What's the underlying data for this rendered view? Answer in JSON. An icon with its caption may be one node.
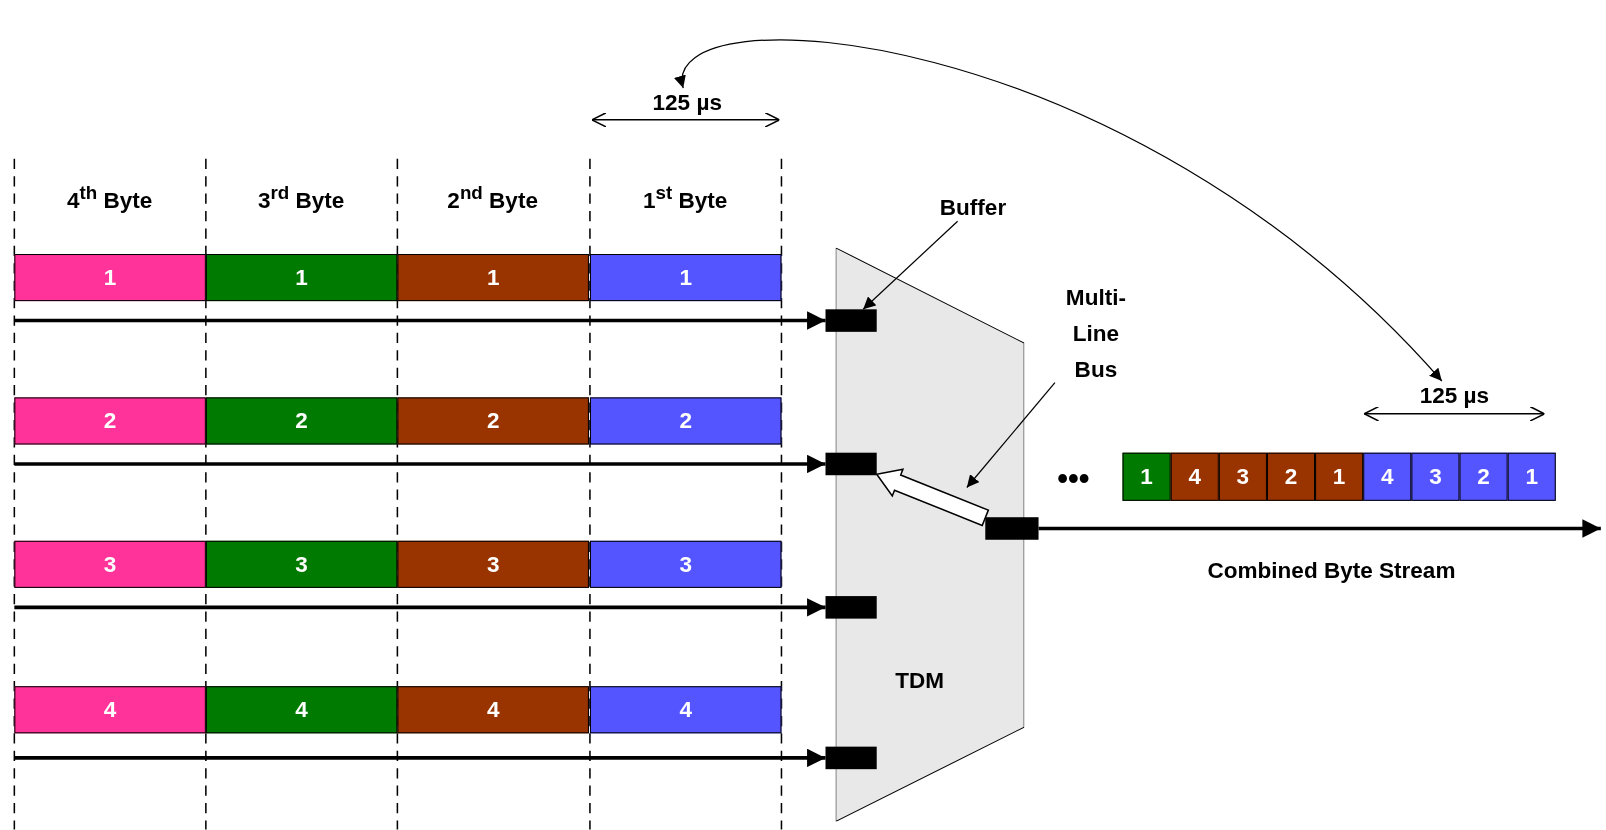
{
  "diagram": {
    "nodes": [
      {
        "text": [
          "125 µs"
        ]
      },
      {
        "text": [
          "1"
        ]
      },
      {
        "text": [
          "1"
        ]
      },
      {
        "text": [
          "1"
        ]
      },
      {
        "text": [
          "1"
        ]
      },
      {
        "text": [
          "2"
        ]
      },
      {
        "text": [
          "2"
        ]
      },
      {
        "text": [
          "2"
        ]
      },
      {
        "text": [
          "2"
        ]
      },
      {
        "text": [
          "3"
        ]
      },
      {
        "text": [
          "3"
        ]
      },
      {
        "text": [
          "3"
        ]
      },
      {
        "text": [
          "3"
        ]
      },
      {
        "text": [
          "4"
        ]
      },
      {
        "text": [
          "4"
        ]
      },
      {
        "text": [
          "4"
        ]
      },
      {
        "text": [
          "4"
        ]
      },
      {
        "text": [
          "Buffer"
        ]
      },
      {
        "text": [
          "TDM"
        ]
      },
      {
        "text": [],
        "shape": "bar"
      },
      {
        "text": [],
        "shape": "bar"
      },
      {
        "text": [],
        "shape": "bar"
      },
      {
        "text": [],
        "shape": "bar"
      },
      {
        "text": [
          "Multi-Line Bus"
        ]
      },
      {
        "text": [],
        "shape": "bar"
      },
      {
        "text": [
          "125 µs"
        ]
      },
      {
        "text": [
          "1"
        ]
      },
      {
        "text": [
          "4"
        ]
      },
      {
        "text": [
          "3"
        ]
      },
      {
        "text": [
          "2"
        ]
      },
      {
        "text": [
          "1"
        ]
      },
      {
        "text": [
          "4"
        ]
      },
      {
        "text": [
          "3"
        ]
      },
      {
        "text": [
          "2"
        ]
      },
      {
        "text": [
          "1"
        ]
      }
    ],
    "edges": [
      {
        "from": 0,
        "to": 25,
        "arrow": "both"
      },
      {
        "from": 17,
        "to": 19,
        "arrow": "to"
      },
      {
        "from": null,
        "to": 19,
        "arrow": "to"
      },
      {
        "from": null,
        "to": 20,
        "arrow": "to"
      },
      {
        "from": null,
        "to": 21,
        "arrow": "to"
      },
      {
        "from": null,
        "to": 22,
        "arrow": "to"
      },
      {
        "from": 23,
        "to": 18,
        "arrow": "to"
      },
      {
        "from": 24,
        "to": null,
        "arrow": "to"
      },
      {
        "from": 24,
        "to": 20,
        "arrow": "to"
      }
    ],
    "labels": [
      "4$^{th}$ Byte",
      "3$^{rd}$ Byte",
      "2$^{nd}$ Byte",
      "1$^{st}$ Byte",
      "•••",
      "Combined Byte Stream"
    ]
  }
}
